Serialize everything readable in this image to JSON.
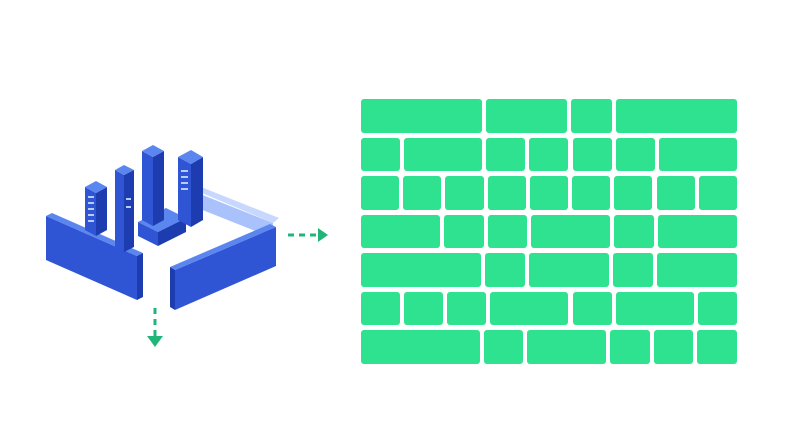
{
  "colors": {
    "background": "#ffffff",
    "brick": "#2ee28f",
    "arrow": "#22b57a",
    "iso_top": "#5b86f0",
    "iso_left": "#2f55d4",
    "iso_right": "#1c3cb0",
    "fence_light": "#a9c2fb"
  },
  "illustration": {
    "icon": "isometric-data-center-icon",
    "arrow_right_icon": "dashed-arrow-right-icon",
    "arrow_down_icon": "dashed-arrow-down-icon",
    "wall_icon": "brick-wall-icon"
  },
  "wall": {
    "rows": [
      [
        3,
        2,
        1,
        3
      ],
      [
        1,
        2,
        1,
        1,
        1,
        1,
        2
      ],
      [
        1,
        1,
        1,
        1,
        1,
        1,
        1,
        1,
        1
      ],
      [
        2,
        1,
        1,
        2,
        1,
        2
      ],
      [
        3,
        1,
        2,
        1,
        2
      ],
      [
        1,
        1,
        1,
        2,
        1,
        2,
        1
      ],
      [
        3,
        1,
        2,
        1,
        1,
        1
      ]
    ]
  }
}
